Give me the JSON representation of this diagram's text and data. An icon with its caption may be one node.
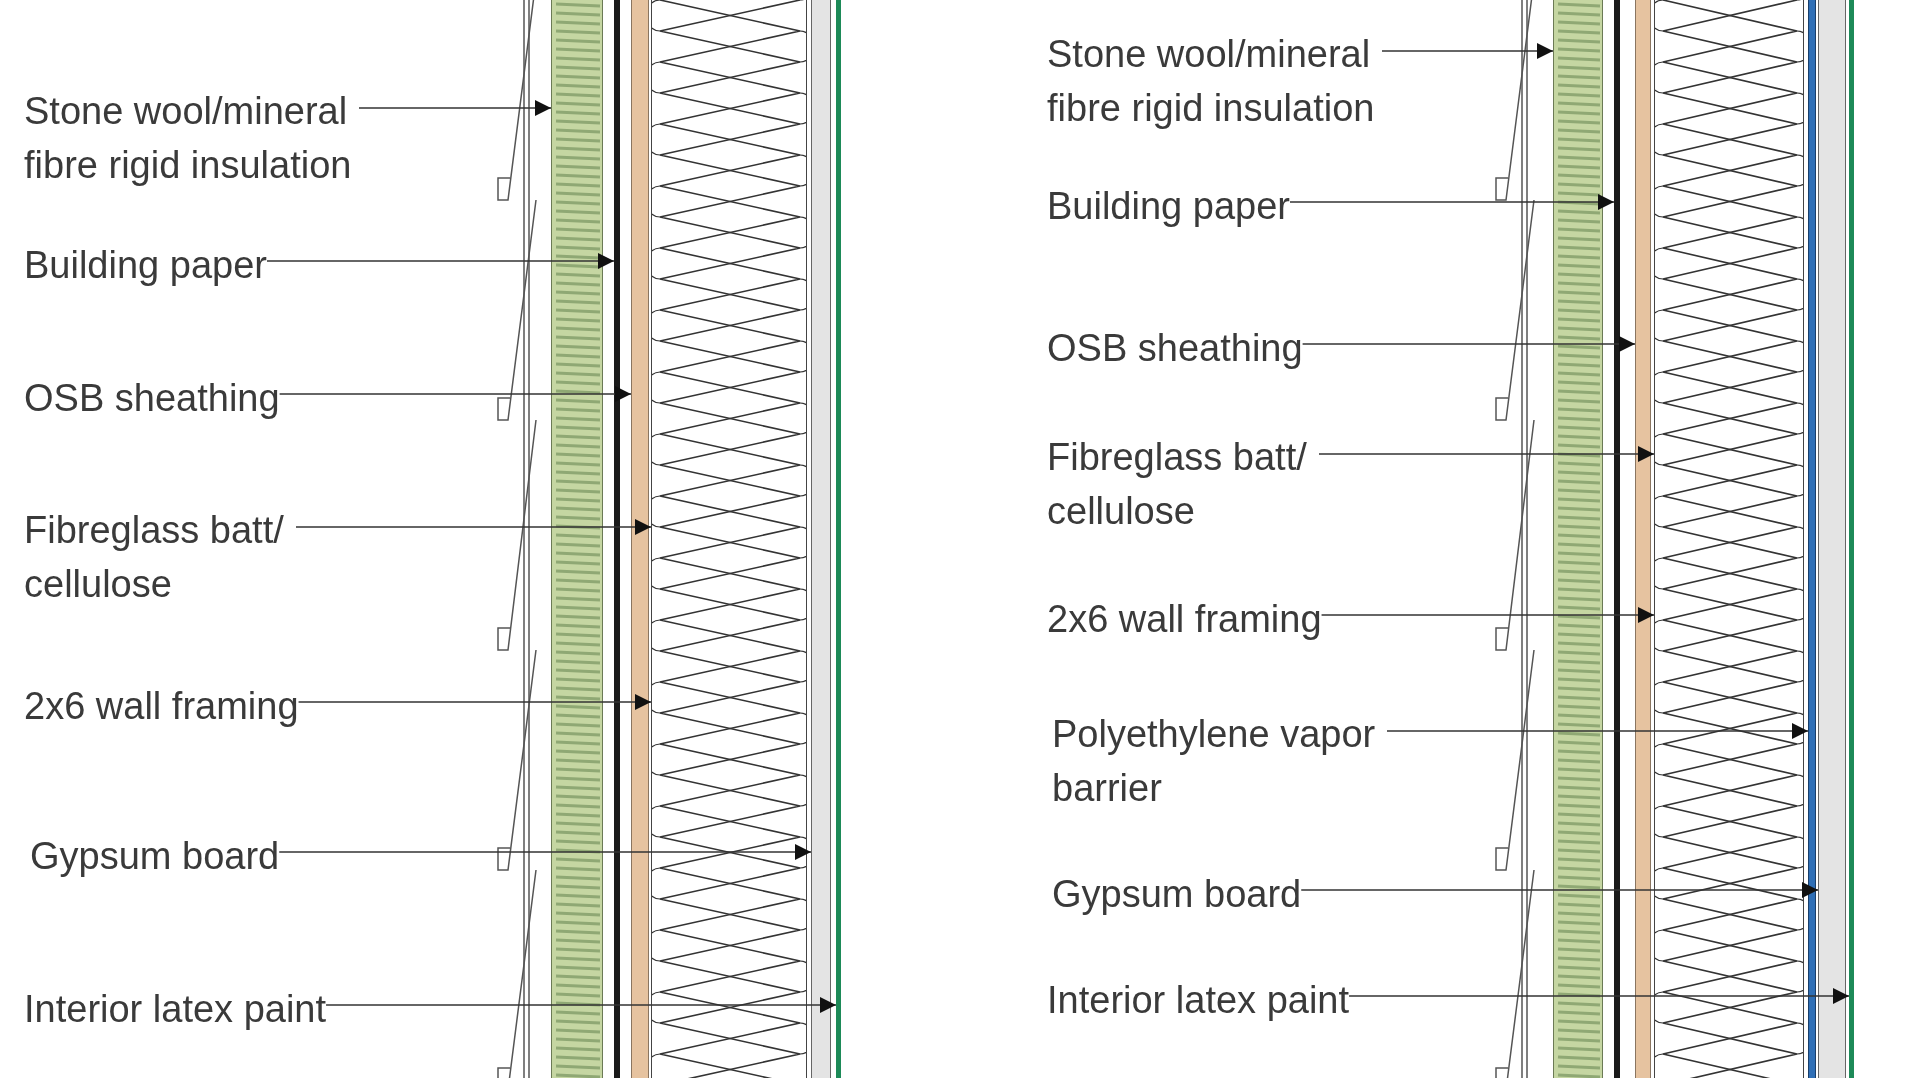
{
  "diagram": {
    "nodes": [
      {
        "text": [
          "Stone wool/mineral fibre rigid insulation"
        ]
      },
      {
        "text": [
          "Building paper"
        ]
      },
      {
        "text": [
          "OSB sheathing"
        ]
      },
      {
        "text": [
          "Fibreglass batt/ cellulose"
        ]
      },
      {
        "text": [
          "2x6 wall framing"
        ]
      },
      {
        "text": [
          "Gypsum board"
        ]
      },
      {
        "text": [
          "Interior latex paint"
        ]
      },
      {
        "text": [],
        "shape": "bar"
      },
      {
        "text": [],
        "shape": "bar"
      },
      {
        "text": [],
        "shape": "bar"
      },
      {
        "text": [],
        "shape": "bar"
      },
      {
        "text": [],
        "shape": "bar"
      },
      {
        "text": [],
        "shape": "bar"
      },
      {
        "text": [
          "Stone wool/mineral fibre rigid insulation"
        ]
      },
      {
        "text": [
          "Building paper"
        ]
      },
      {
        "text": [
          "OSB sheathing"
        ]
      },
      {
        "text": [
          "Fibreglass batt/ cellulose"
        ]
      },
      {
        "text": [
          "2x6 wall framing"
        ]
      },
      {
        "text": [
          "Polyethylene vapor barrier"
        ]
      },
      {
        "text": [
          "Gypsum board"
        ]
      },
      {
        "text": [
          "Interior latex paint"
        ]
      },
      {
        "text": [],
        "shape": "bar"
      },
      {
        "text": [],
        "shape": "bar"
      },
      {
        "text": [],
        "shape": "bar"
      },
      {
        "text": [],
        "shape": "bar"
      },
      {
        "text": [],
        "shape": "bar"
      },
      {
        "text": [],
        "shape": "bar"
      },
      {
        "text": [],
        "shape": "bar"
      },
      {
        "text": [],
        "shape": "picture"
      },
      {
        "text": [],
        "shape": "picture"
      }
    ],
    "edges": [
      {
        "from": 0,
        "to": 7,
        "arrow": "to"
      },
      {
        "from": 1,
        "to": 8,
        "arrow": "to"
      },
      {
        "from": 2,
        "to": 9,
        "arrow": "to"
      },
      {
        "from": 3,
        "to": 10,
        "arrow": "to"
      },
      {
        "from": 4,
        "to": 10,
        "arrow": "to"
      },
      {
        "from": 5,
        "to": 11,
        "arrow": "to"
      },
      {
        "from": 6,
        "to": 12,
        "arrow": "to"
      },
      {
        "from": 13,
        "to": 21,
        "arrow": "to"
      },
      {
        "from": 14,
        "to": 22,
        "arrow": "to"
      },
      {
        "from": 15,
        "to": 23,
        "arrow": "to"
      },
      {
        "from": 16,
        "to": 24,
        "arrow": "to"
      },
      {
        "from": 17,
        "to": 24,
        "arrow": "to"
      },
      {
        "from": 18,
        "to": 25,
        "arrow": "to"
      },
      {
        "from": 19,
        "to": 26,
        "arrow": "to"
      },
      {
        "from": 20,
        "to": 27,
        "arrow": "to"
      }
    ]
  }
}
